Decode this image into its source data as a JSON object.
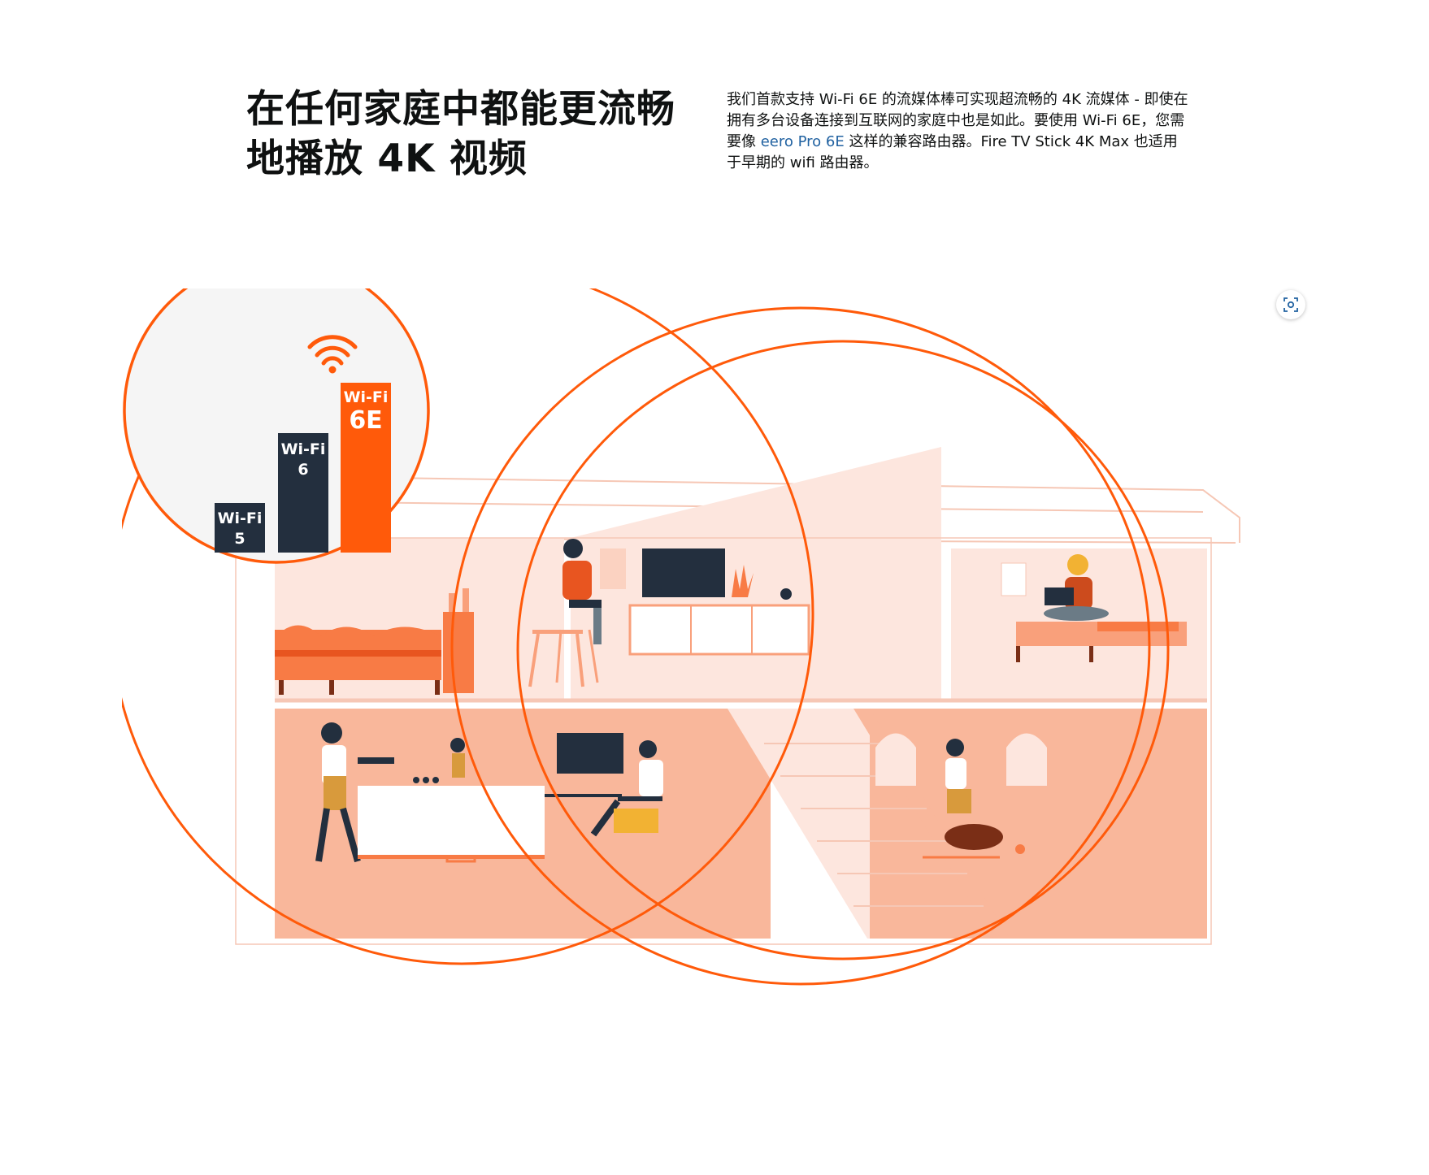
{
  "headline": {
    "line1": "在任何家庭中都能更流畅",
    "line2": "地播放 4K 视频"
  },
  "description": {
    "text_before_link": "我们首款支持 Wi-Fi 6E 的流媒体棒可实现超流畅的 4K 流媒体 - 即使在拥有多台设备连接到互联网的家庭中也是如此。要使用 Wi-Fi 6E，您需要像 ",
    "link_text": "eero Pro 6E",
    "text_after_link": " 这样的兼容路由器。Fire TV Stick 4K Max 也适用于早期的 wifi 路由器。"
  },
  "wifi_bars": [
    {
      "line1": "Wi-Fi",
      "line2": "5",
      "level": 1
    },
    {
      "line1": "Wi-Fi",
      "line2": "6",
      "level": 2
    },
    {
      "line1": "Wi-Fi",
      "line2": "6E",
      "level": 3
    }
  ],
  "colors": {
    "accent_orange": "#ff5a0a",
    "navy": "#232f3e",
    "room_light": "#fde6de",
    "room_peach": "#f9b79b",
    "link_blue": "#2162a1"
  },
  "icons": {
    "zoom": "zoom-expand-icon",
    "wifi": "wifi-signal-icon"
  }
}
